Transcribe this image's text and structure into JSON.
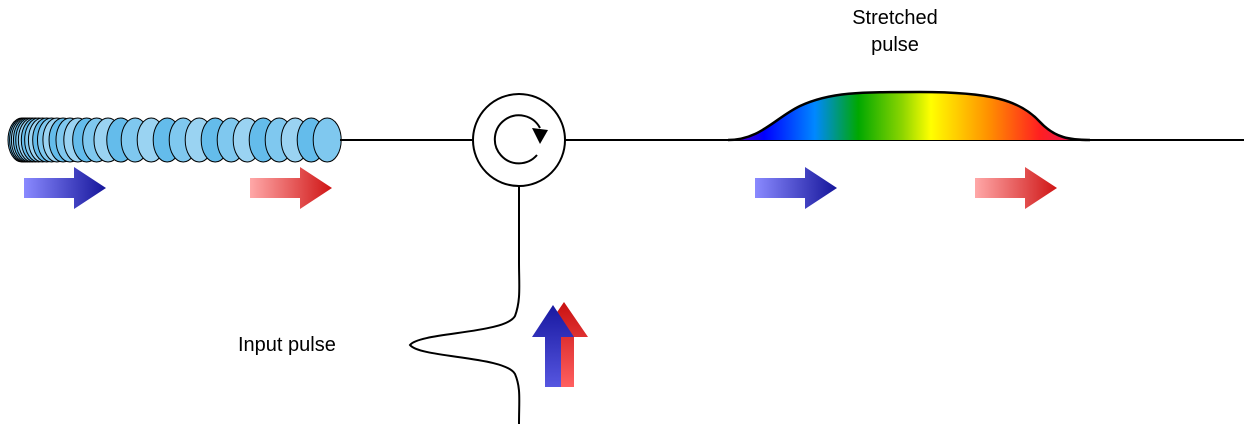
{
  "labels": {
    "stretched_pulse_line1": "Stretched",
    "stretched_pulse_line2": "pulse",
    "input_pulse": "Input pulse"
  },
  "colors": {
    "line": "#000000",
    "fiber_light": "#d8eefb",
    "fiber_dark": "#4fb3e8",
    "blue_arrow_start": "#8080ff",
    "blue_arrow_end": "#1a1aa8",
    "red_arrow_start": "#ff9a9a",
    "red_arrow_end": "#d41c1c",
    "spectrum": [
      "#7a00c8",
      "#0000ff",
      "#0090ff",
      "#00b000",
      "#7fd000",
      "#ffff00",
      "#ff9000",
      "#ff2020",
      "#e0106a"
    ]
  }
}
